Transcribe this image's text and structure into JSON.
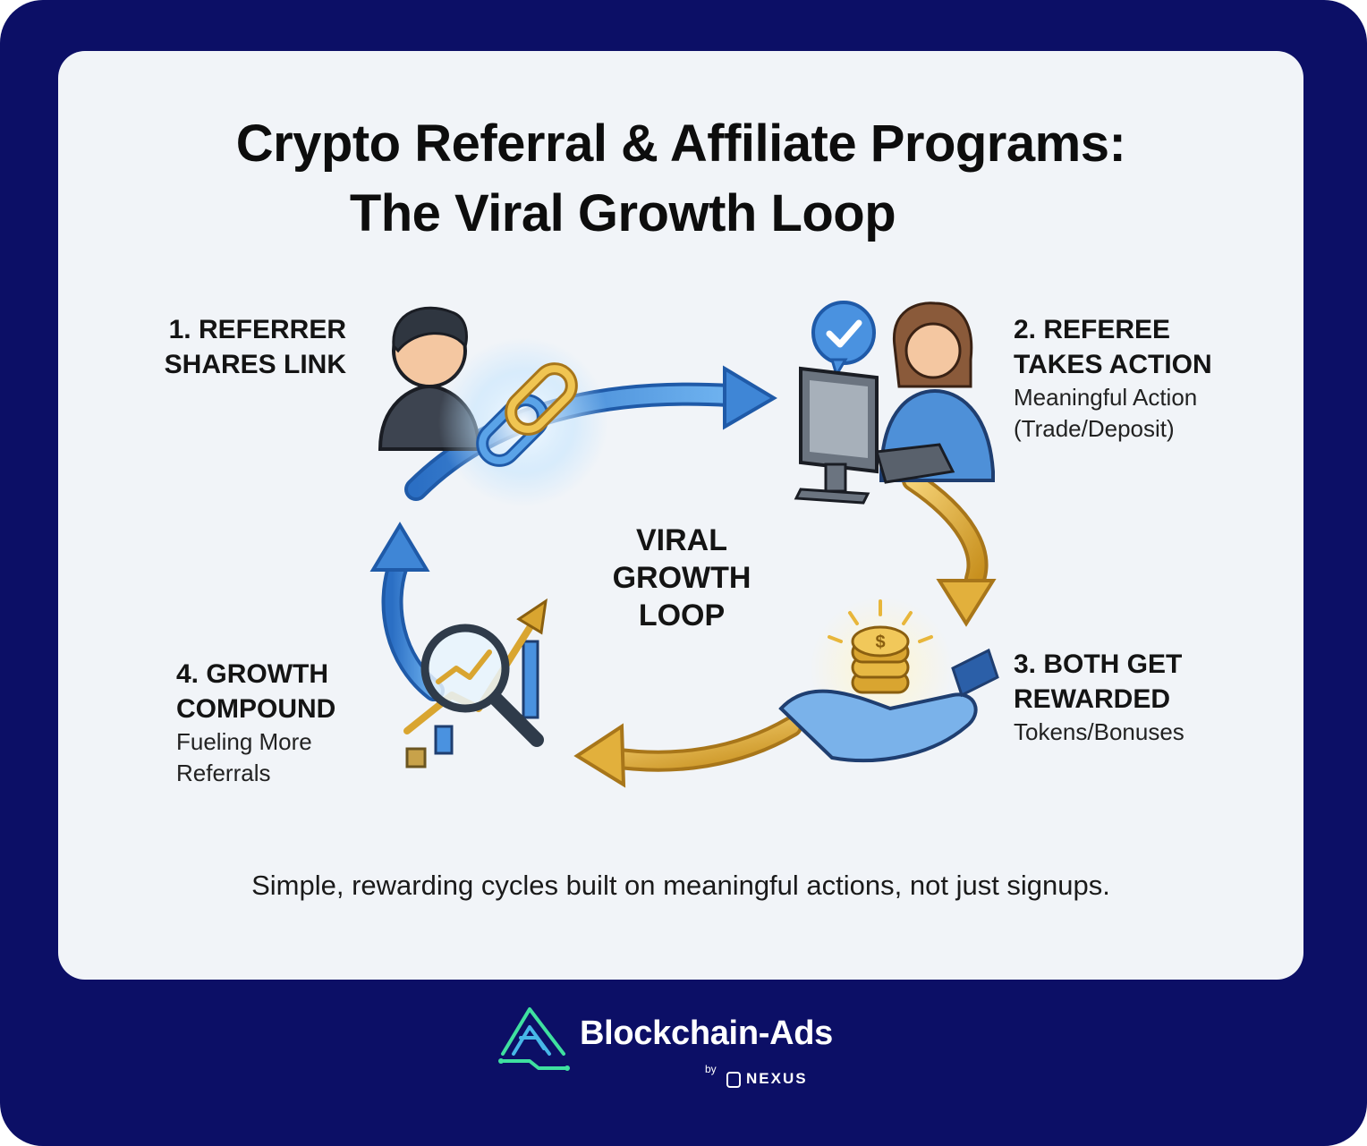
{
  "title_line1": "Crypto Referral & Affiliate Programs:",
  "title_line2": "The Viral Growth Loop",
  "center_label": [
    "VIRAL",
    "GROWTH",
    "LOOP"
  ],
  "steps": [
    {
      "head_lines": [
        "1. REFERRER",
        "SHARES LINK"
      ],
      "desc_lines": []
    },
    {
      "head_lines": [
        "2. REFEREE",
        "TAKES ACTION"
      ],
      "desc_lines": [
        "Meaningful Action",
        "(Trade/Deposit)"
      ]
    },
    {
      "head_lines": [
        "3. BOTH GET",
        "REWARDED"
      ],
      "desc_lines": [
        "Tokens/Bonuses"
      ]
    },
    {
      "head_lines": [
        "4. GROWTH",
        "COMPOUND"
      ],
      "desc_lines": [
        "Fueling More",
        "Referrals"
      ]
    }
  ],
  "caption": "Simple, rewarding cycles built on meaningful actions, not just signups.",
  "brand": {
    "name": "Blockchain-Ads",
    "by": "by",
    "parent": "NEXUS"
  },
  "colors": {
    "frame": "#0c0f66",
    "card": "#f1f4f8",
    "arrow_blue": "#3f86d6",
    "arrow_gold": "#e2b03c",
    "brand_green": "#3fe0a0"
  },
  "icons": [
    "person-icon",
    "chain-link-icon",
    "woman-at-computer-icon",
    "checkmark-bubble-icon",
    "coins-in-hand-icon",
    "magnifier-chart-icon",
    "logo-mark-icon"
  ]
}
